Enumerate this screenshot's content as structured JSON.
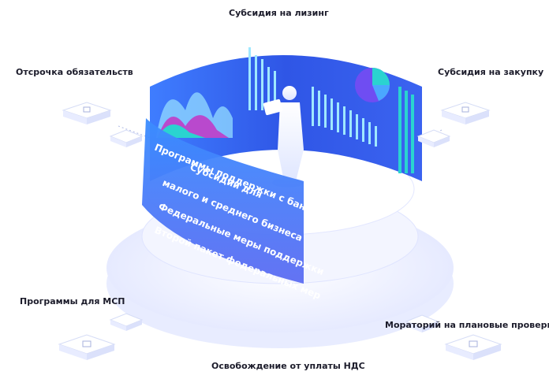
{
  "labels": {
    "top": "Субсидия на лизинг",
    "top_left": "Отсрочка обязательств",
    "top_right": "Субсидия на закупку",
    "bottom_left": "Программы для МСП",
    "bottom_right": "Мораторий на плановые проверки",
    "bottom": "Освобождение от уплаты НДС"
  },
  "panel_lines": [
    "Программы поддержки с банками",
    "Субсидии для",
    "малого и среднего бизнеса",
    "Федеральные меры поддержки",
    "Второй пакет федеральных мер"
  ],
  "colors": {
    "panel_dark": "#2f56e6",
    "panel_light": "#5aa8ff",
    "accent_teal": "#2ad3d0",
    "accent_magenta": "#c03cc8",
    "platform": "#eef1ff"
  },
  "icons": [
    "chip-icon",
    "person-icon",
    "pie-chart-icon",
    "area-chart-icon",
    "bar-chart-icon"
  ]
}
